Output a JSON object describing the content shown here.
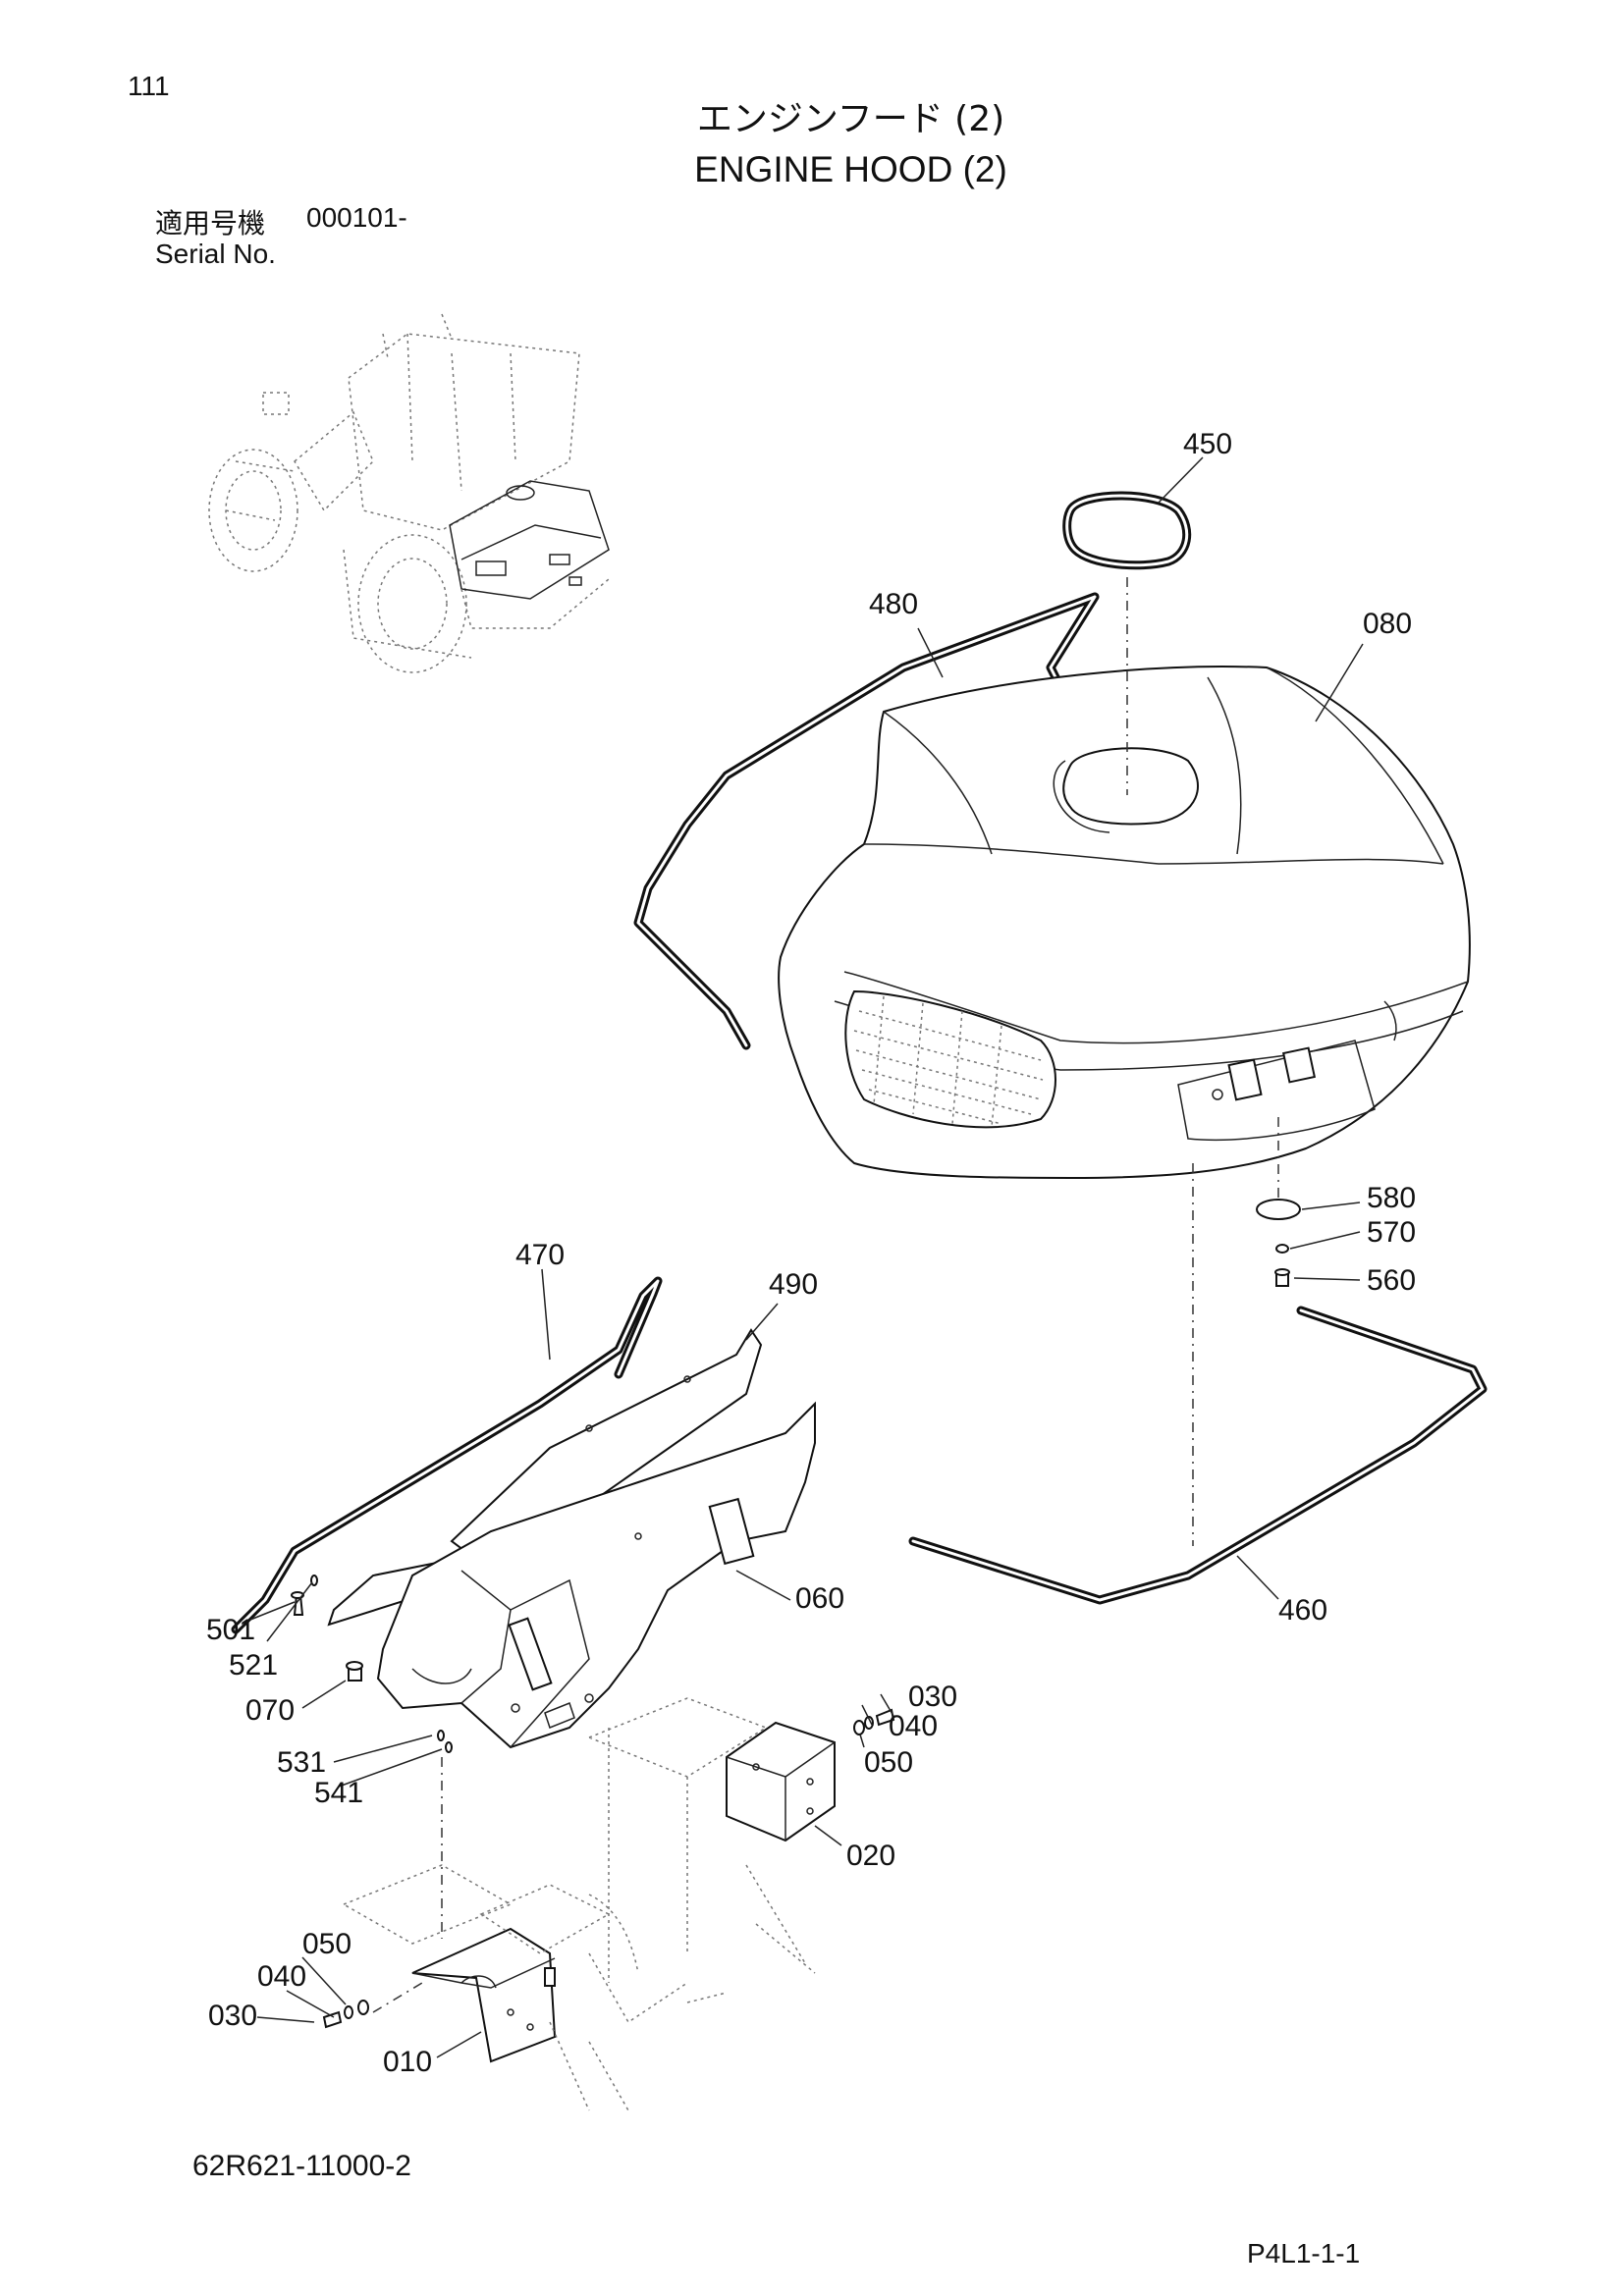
{
  "header": {
    "page_number": "111",
    "title_ja": "エンジンフード (2)",
    "title_en": "ENGINE HOOD (2)",
    "serial_label_ja": "適用号機",
    "serial_value": "000101-",
    "serial_label_en": "Serial No."
  },
  "callouts": {
    "c450": "450",
    "c480": "480",
    "c080": "080",
    "c580": "580",
    "c570": "570",
    "c560": "560",
    "c470": "470",
    "c490": "490",
    "c060": "060",
    "c501": "501",
    "c521": "521",
    "c070": "070",
    "c531": "531",
    "c541": "541",
    "c030a": "030",
    "c040a": "040",
    "c050a": "050",
    "c020": "020",
    "c050b": "050",
    "c040b": "040",
    "c030b": "030",
    "c010": "010",
    "c460": "460"
  },
  "footer": {
    "document_code": "62R621-11000-2",
    "page_code": "P4L1-1-1"
  }
}
